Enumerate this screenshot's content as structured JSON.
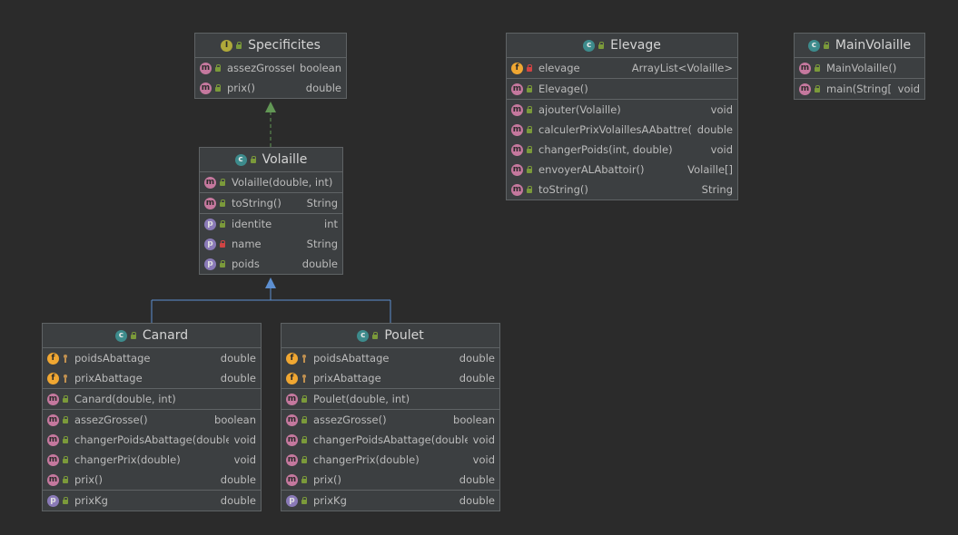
{
  "colors": {
    "background": "#2b2b2b",
    "box": "#3c3f41",
    "border": "#5f6365",
    "method_icon": "#c5789e",
    "field_icon": "#f0a732",
    "property_icon": "#8a7ab8",
    "class_icon": "#3d8b8c",
    "interface_icon": "#b0a93a",
    "inheritance_arrow": "#5d8fd0",
    "realization_arrow": "#629755"
  },
  "classes": {
    "specificites": {
      "name": "Specificites",
      "kind": "interface",
      "methods": [
        {
          "name": "assezGrosse()",
          "type": "boolean"
        },
        {
          "name": "prix()",
          "type": "double"
        }
      ]
    },
    "volaille": {
      "name": "Volaille",
      "kind": "abstract-class",
      "constructors": [
        {
          "name": "Volaille(double, int)",
          "type": ""
        }
      ],
      "methods": [
        {
          "name": "toString()",
          "type": "String"
        }
      ],
      "properties": [
        {
          "name": "identite",
          "type": "int",
          "visibility": "public"
        },
        {
          "name": "name",
          "type": "String",
          "visibility": "private"
        },
        {
          "name": "poids",
          "type": "double",
          "visibility": "public"
        }
      ]
    },
    "elevage": {
      "name": "Elevage",
      "kind": "class",
      "fields": [
        {
          "name": "elevage",
          "type": "ArrayList<Volaille>",
          "visibility": "private"
        }
      ],
      "constructors": [
        {
          "name": "Elevage()",
          "type": ""
        }
      ],
      "methods": [
        {
          "name": "ajouter(Volaille)",
          "type": "void"
        },
        {
          "name": "calculerPrixVolaillesAAbattre()",
          "type": "double"
        },
        {
          "name": "changerPoids(int, double)",
          "type": "void"
        },
        {
          "name": "envoyerALAbattoir()",
          "type": "Volaille[]"
        },
        {
          "name": "toString()",
          "type": "String"
        }
      ]
    },
    "mainvolaille": {
      "name": "MainVolaille",
      "kind": "class",
      "constructors": [
        {
          "name": "MainVolaille()",
          "type": ""
        }
      ],
      "methods": [
        {
          "name": "main(String[])",
          "type": "void"
        }
      ]
    },
    "canard": {
      "name": "Canard",
      "kind": "class",
      "fields": [
        {
          "name": "poidsAbattage",
          "type": "double",
          "visibility": "protected"
        },
        {
          "name": "prixAbattage",
          "type": "double",
          "visibility": "protected"
        }
      ],
      "constructors": [
        {
          "name": "Canard(double, int)",
          "type": ""
        }
      ],
      "methods": [
        {
          "name": "assezGrosse()",
          "type": "boolean"
        },
        {
          "name": "changerPoidsAbattage(double)",
          "type": "void"
        },
        {
          "name": "changerPrix(double)",
          "type": "void"
        },
        {
          "name": "prix()",
          "type": "double"
        }
      ],
      "properties": [
        {
          "name": "prixKg",
          "type": "double",
          "visibility": "public"
        }
      ]
    },
    "poulet": {
      "name": "Poulet",
      "kind": "class",
      "fields": [
        {
          "name": "poidsAbattage",
          "type": "double",
          "visibility": "protected"
        },
        {
          "name": "prixAbattage",
          "type": "double",
          "visibility": "protected"
        }
      ],
      "constructors": [
        {
          "name": "Poulet(double, int)",
          "type": ""
        }
      ],
      "methods": [
        {
          "name": "assezGrosse()",
          "type": "boolean"
        },
        {
          "name": "changerPoidsAbattage(double)",
          "type": "void"
        },
        {
          "name": "changerPrix(double)",
          "type": "void"
        },
        {
          "name": "prix()",
          "type": "double"
        }
      ],
      "properties": [
        {
          "name": "prixKg",
          "type": "double",
          "visibility": "public"
        }
      ]
    }
  }
}
